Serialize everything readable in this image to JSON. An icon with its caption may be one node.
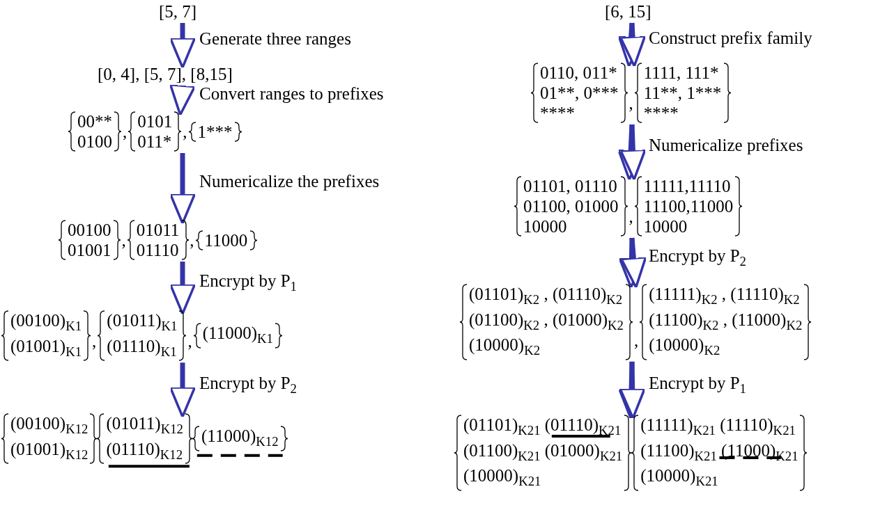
{
  "diagram": {
    "nodes": [
      {
        "text": [
          "[5, 7]"
        ]
      },
      {
        "text": [
          "[0, 4], [5, 7], [8,15]"
        ]
      },
      {
        "text": [
          "00**",
          "0100"
        ]
      },
      {
        "text": [
          "0101",
          "011*"
        ]
      },
      {
        "text": [
          "1***"
        ]
      },
      {
        "text": [
          "00100",
          "01001"
        ]
      },
      {
        "text": [
          "01011",
          "01110"
        ]
      },
      {
        "text": [
          "11000"
        ]
      },
      {
        "text": [
          "(00100)$_{K1}$",
          "(01001)$_{K1}$"
        ]
      },
      {
        "text": [
          "(01011)$_{K1}$",
          "(01110)$_{K1}$"
        ]
      },
      {
        "text": [
          "(11000)$_{K1}$"
        ]
      },
      {
        "text": [
          "(00100)$_{K12}$",
          "(01001)$_{K12}$"
        ]
      },
      {
        "text": [
          "(01011)$_{K12}$",
          "(01110)$_{K12}$"
        ]
      },
      {
        "text": [
          "(11000)$_{K12}$"
        ]
      },
      {
        "text": [
          "[6, 15]"
        ]
      },
      {
        "text": [
          "0110, 011*",
          "01**, 0***",
          "****"
        ]
      },
      {
        "text": [
          "1111, 111*",
          "11**, 1***",
          "****"
        ]
      },
      {
        "text": [
          "01101, 01110",
          "01100, 01000",
          "10000"
        ]
      },
      {
        "text": [
          "11111,11110",
          "11100,11000",
          "10000"
        ]
      },
      {
        "text": [
          "(01101)$_{K2}$ , (01110)$_{K2}$",
          "(01100)$_{K2}$ , (01000)$_{K2}$",
          "(10000)$_{K2}$"
        ]
      },
      {
        "text": [
          "(11111)$_{K2}$ , (11110)$_{K2}$",
          "(11100)$_{K2}$ , (11000)$_{K2}$",
          "(10000)$_{K2}$"
        ]
      },
      {
        "text": [
          "(01101)$_{K21}$ (01110)$_{K21}$",
          "(01100)$_{K21}$ (01000)$_{K21}$",
          "(10000)$_{K21}$"
        ]
      },
      {
        "text": [
          "(11111)$_{K21}$ (11110)$_{K21}$",
          "(11100)$_{K21}$ (11000)$_{K21}$",
          "(10000)$_{K21}$"
        ]
      }
    ],
    "edges": [
      {
        "from": 0,
        "to": 1,
        "arrow": "to",
        "label": "Generate three ranges"
      },
      {
        "from": 1,
        "to": 3,
        "arrow": "to",
        "label": "Convert ranges to prefixes"
      },
      {
        "from": 3,
        "to": 6,
        "arrow": "to",
        "label": "Numericalize the prefixes"
      },
      {
        "from": 6,
        "to": 9,
        "arrow": "to",
        "label": "Encrypt by P$_{1}$"
      },
      {
        "from": 9,
        "to": 12,
        "arrow": "to",
        "label": "Encrypt by P$_{2}$"
      },
      {
        "from": 14,
        "to": 15,
        "arrow": "to",
        "label": "Construct prefix family"
      },
      {
        "from": 14,
        "to": 16,
        "arrow": "to"
      },
      {
        "from": 15,
        "to": 17,
        "arrow": "to",
        "label": "Numericalize prefixes"
      },
      {
        "from": 16,
        "to": 18,
        "arrow": "to"
      },
      {
        "from": 17,
        "to": 19,
        "arrow": "to",
        "label": "Encrypt by P$_{2}$"
      },
      {
        "from": 18,
        "to": 20,
        "arrow": "to"
      },
      {
        "from": 19,
        "to": 21,
        "arrow": "to",
        "label": "Encrypt by P$_{1}$"
      },
      {
        "from": 20,
        "to": 22,
        "arrow": "to"
      }
    ],
    "labels": [
      ",",
      ",",
      ",",
      ",",
      ",",
      ",",
      ",",
      ",",
      ","
    ]
  }
}
